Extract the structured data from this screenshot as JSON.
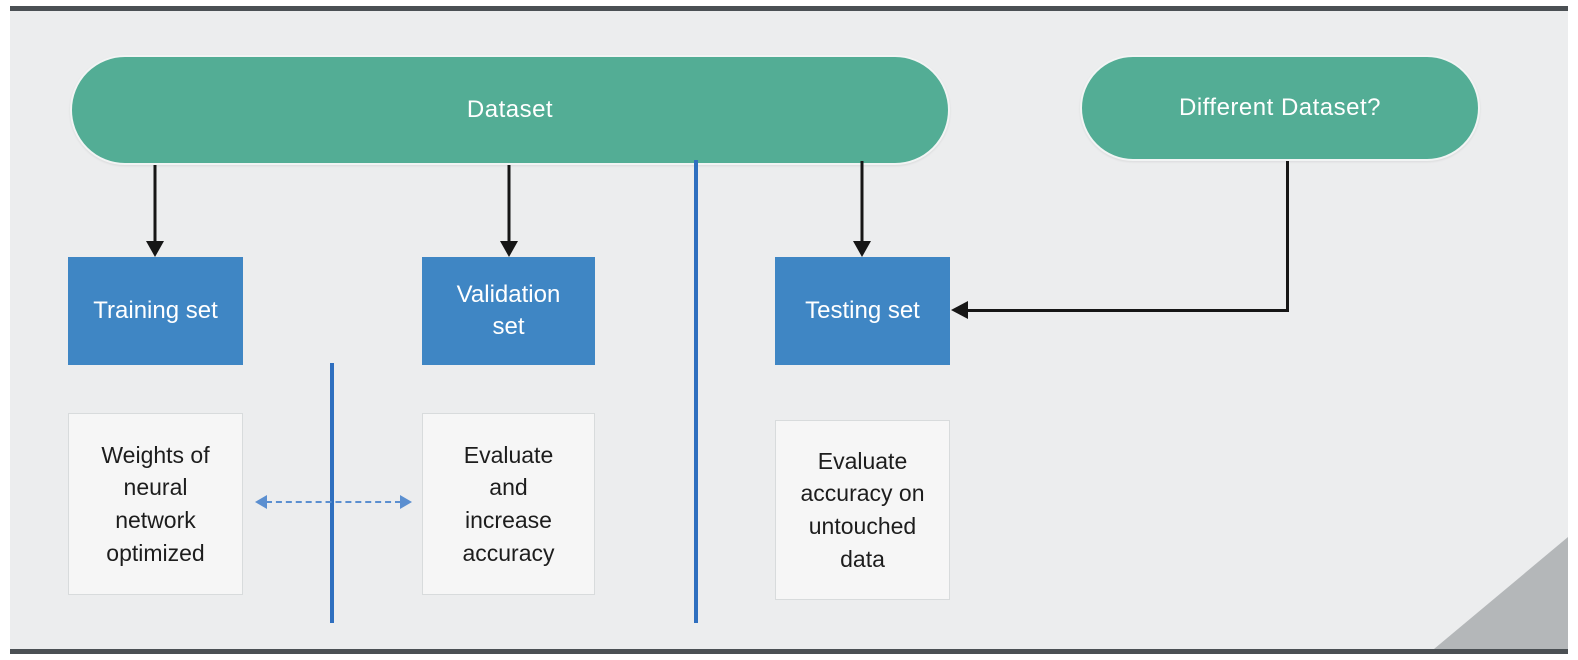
{
  "nodes": {
    "dataset": {
      "label": "Dataset"
    },
    "different_dataset": {
      "label": "Different Dataset?"
    },
    "training_set": {
      "label": "Training set"
    },
    "validation_set": {
      "label": "Validation\nset"
    },
    "testing_set": {
      "label": "Testing set"
    },
    "training_note": {
      "text": "Weights of\nneural\nnetwork\noptimized"
    },
    "validation_note": {
      "text": "Evaluate\nand\nincrease\naccuracy"
    },
    "testing_note": {
      "text": "Evaluate\naccuracy on\nuntouched\ndata"
    }
  },
  "colors": {
    "pill_green": "#53ad95",
    "box_blue": "#3f86c4",
    "line_blue": "#2f6fbf",
    "dashed_blue": "#5b8fd0",
    "background": "#ecedee",
    "arrow_black": "#161616",
    "note_bg": "#f6f6f6",
    "note_border": "#d8dbdc",
    "fold_gray": "#b4b7b9",
    "edge_dark": "#4b5054"
  }
}
